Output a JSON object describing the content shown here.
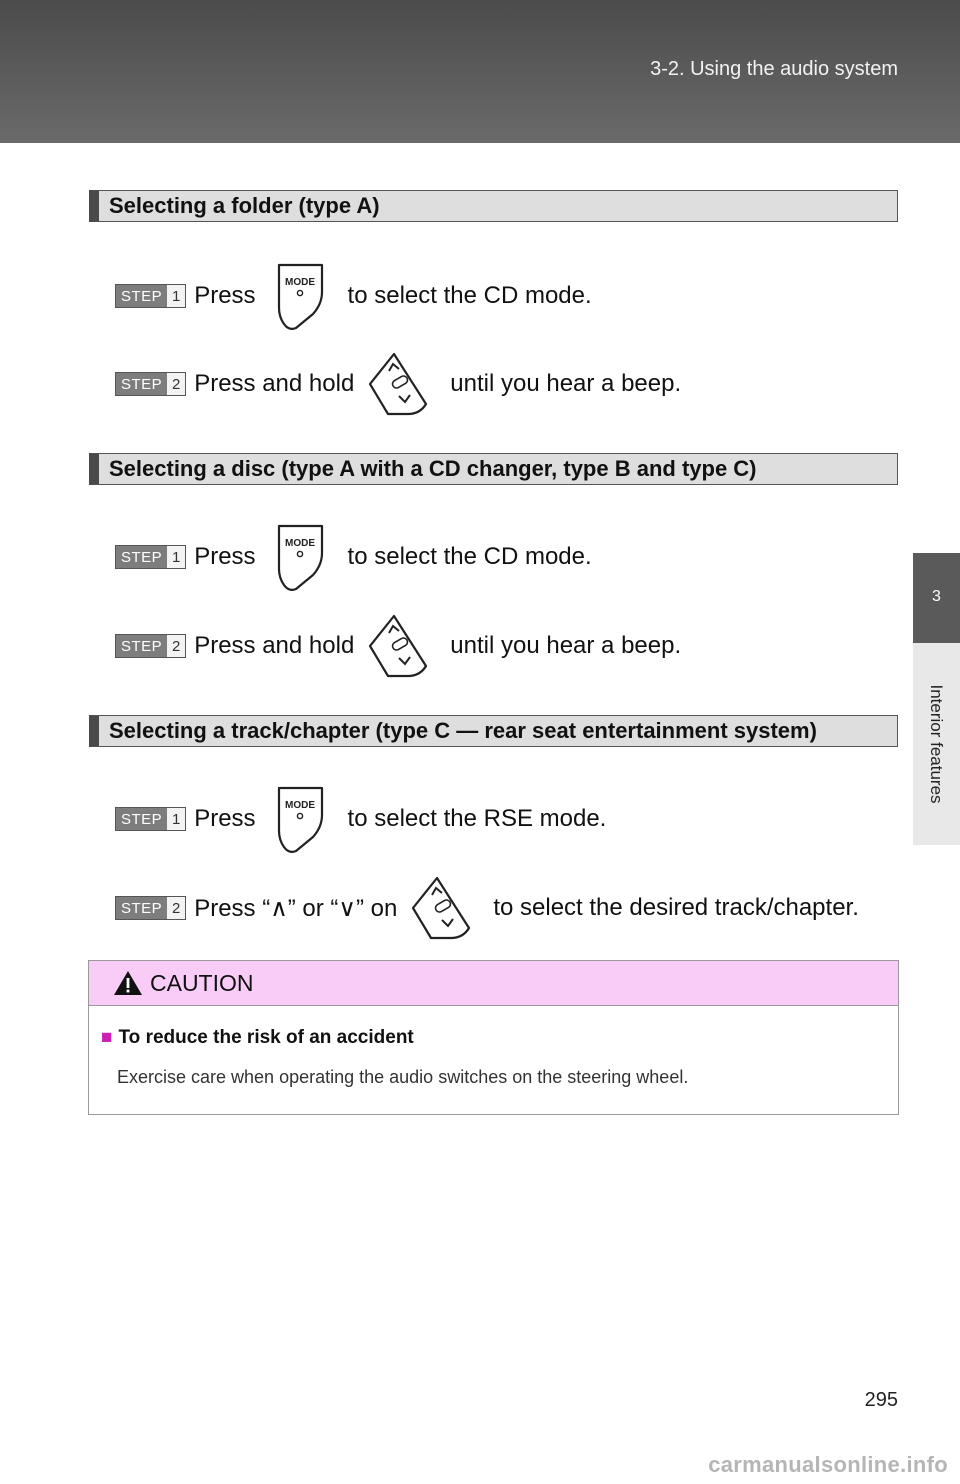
{
  "header": {
    "title": "3-2. Using the audio system"
  },
  "side_tab": {
    "number": "3",
    "label": "Interior features"
  },
  "sections": [
    {
      "heading": "Selecting a folder (type A)",
      "steps": [
        {
          "badge": "STEP",
          "num": "1",
          "before": "Press",
          "icon": "mode-button-icon",
          "after": "to select the CD mode."
        },
        {
          "badge": "STEP",
          "num": "2",
          "before": "Press and hold",
          "icon": "up-down-rocker-switch-icon",
          "after": "until you hear a beep."
        }
      ]
    },
    {
      "heading": "Selecting a disc (type A with a CD changer, type B and type C)",
      "steps": [
        {
          "badge": "STEP",
          "num": "1",
          "before": "Press",
          "icon": "mode-button-icon",
          "after": "to select the CD mode."
        },
        {
          "badge": "STEP",
          "num": "2",
          "before": "Press and hold",
          "icon": "up-down-rocker-switch-icon",
          "after": "until you hear a beep."
        }
      ]
    },
    {
      "heading": "Selecting a track/chapter (type C — rear seat entertainment system)",
      "steps": [
        {
          "badge": "STEP",
          "num": "1",
          "before": "Press",
          "icon": "mode-button-icon",
          "after": "to select the RSE mode."
        },
        {
          "badge": "STEP",
          "num": "2",
          "before": "Press “∧” or “∨” on",
          "icon": "up-down-rocker-switch-icon",
          "after": "to select the desired track/chapter."
        }
      ]
    }
  ],
  "icons": {
    "mode_label": "MODE"
  },
  "caution": {
    "title": "CAUTION",
    "item_title": "To reduce the risk of an accident",
    "item_text": "Exercise care when operating the audio switches on the steering wheel.",
    "accent_color": "#cc1fb8",
    "header_color": "#f8ccf6"
  },
  "page_number": "295",
  "watermark": "carmanualsonline.info"
}
